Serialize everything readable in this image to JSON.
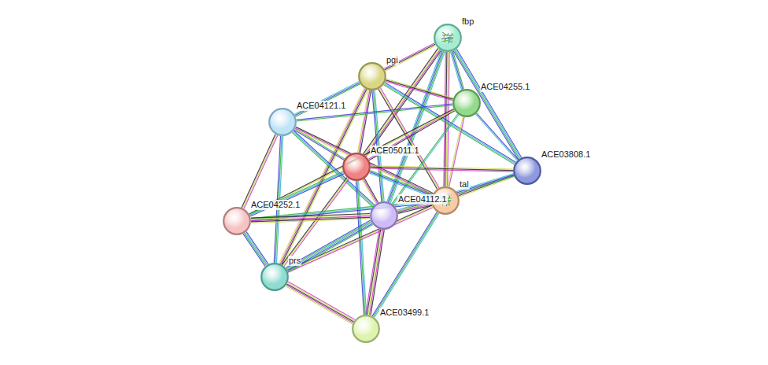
{
  "diagram": {
    "nodes": [
      {
        "text": [
          "fbp"
        ]
      },
      {
        "text": [
          "pgi"
        ]
      },
      {
        "text": [
          "ACE04255.1"
        ]
      },
      {
        "text": [
          "ACE04121.1"
        ]
      },
      {
        "text": [
          "ACE05011.1"
        ]
      },
      {
        "text": [
          "ACE03808.1"
        ]
      },
      {
        "text": [
          "tal"
        ]
      },
      {
        "text": [
          "ACE04112.1"
        ]
      },
      {
        "text": [
          "ACE04252.1"
        ]
      },
      {
        "text": [
          "prs"
        ]
      },
      {
        "text": [
          "ACE03499.1"
        ]
      }
    ],
    "edges": [
      {
        "from": 0,
        "to": 1,
        "arrow": "none"
      },
      {
        "from": 0,
        "to": 2,
        "arrow": "none"
      },
      {
        "from": 0,
        "to": 4,
        "arrow": "none"
      },
      {
        "from": 0,
        "to": 5,
        "arrow": "none"
      },
      {
        "from": 0,
        "to": 6,
        "arrow": "none"
      },
      {
        "from": 0,
        "to": 7,
        "arrow": "none"
      },
      {
        "from": 1,
        "to": 2,
        "arrow": "none"
      },
      {
        "from": 1,
        "to": 3,
        "arrow": "none"
      },
      {
        "from": 1,
        "to": 4,
        "arrow": "none"
      },
      {
        "from": 1,
        "to": 5,
        "arrow": "none"
      },
      {
        "from": 1,
        "to": 6,
        "arrow": "none"
      },
      {
        "from": 1,
        "to": 7,
        "arrow": "none"
      },
      {
        "from": 1,
        "to": 9,
        "arrow": "none"
      },
      {
        "from": 2,
        "to": 3,
        "arrow": "none"
      },
      {
        "from": 2,
        "to": 4,
        "arrow": "none"
      },
      {
        "from": 2,
        "to": 5,
        "arrow": "none"
      },
      {
        "from": 2,
        "to": 6,
        "arrow": "none"
      },
      {
        "from": 2,
        "to": 7,
        "arrow": "none"
      },
      {
        "from": 2,
        "to": 8,
        "arrow": "none"
      },
      {
        "from": 3,
        "to": 4,
        "arrow": "none"
      },
      {
        "from": 3,
        "to": 6,
        "arrow": "none"
      },
      {
        "from": 3,
        "to": 7,
        "arrow": "none"
      },
      {
        "from": 3,
        "to": 8,
        "arrow": "none"
      },
      {
        "from": 3,
        "to": 9,
        "arrow": "none"
      },
      {
        "from": 4,
        "to": 5,
        "arrow": "none"
      },
      {
        "from": 4,
        "to": 6,
        "arrow": "none"
      },
      {
        "from": 4,
        "to": 7,
        "arrow": "none"
      },
      {
        "from": 4,
        "to": 8,
        "arrow": "none"
      },
      {
        "from": 4,
        "to": 9,
        "arrow": "none"
      },
      {
        "from": 4,
        "to": 10,
        "arrow": "none"
      },
      {
        "from": 5,
        "to": 6,
        "arrow": "none"
      },
      {
        "from": 5,
        "to": 7,
        "arrow": "none"
      },
      {
        "from": 6,
        "to": 7,
        "arrow": "none"
      },
      {
        "from": 6,
        "to": 8,
        "arrow": "none"
      },
      {
        "from": 6,
        "to": 9,
        "arrow": "none"
      },
      {
        "from": 6,
        "to": 10,
        "arrow": "none"
      },
      {
        "from": 7,
        "to": 8,
        "arrow": "none"
      },
      {
        "from": 7,
        "to": 9,
        "arrow": "none"
      },
      {
        "from": 7,
        "to": 10,
        "arrow": "none"
      },
      {
        "from": 8,
        "to": 9,
        "arrow": "none"
      },
      {
        "from": 9,
        "to": 10,
        "arrow": "none"
      }
    ]
  }
}
